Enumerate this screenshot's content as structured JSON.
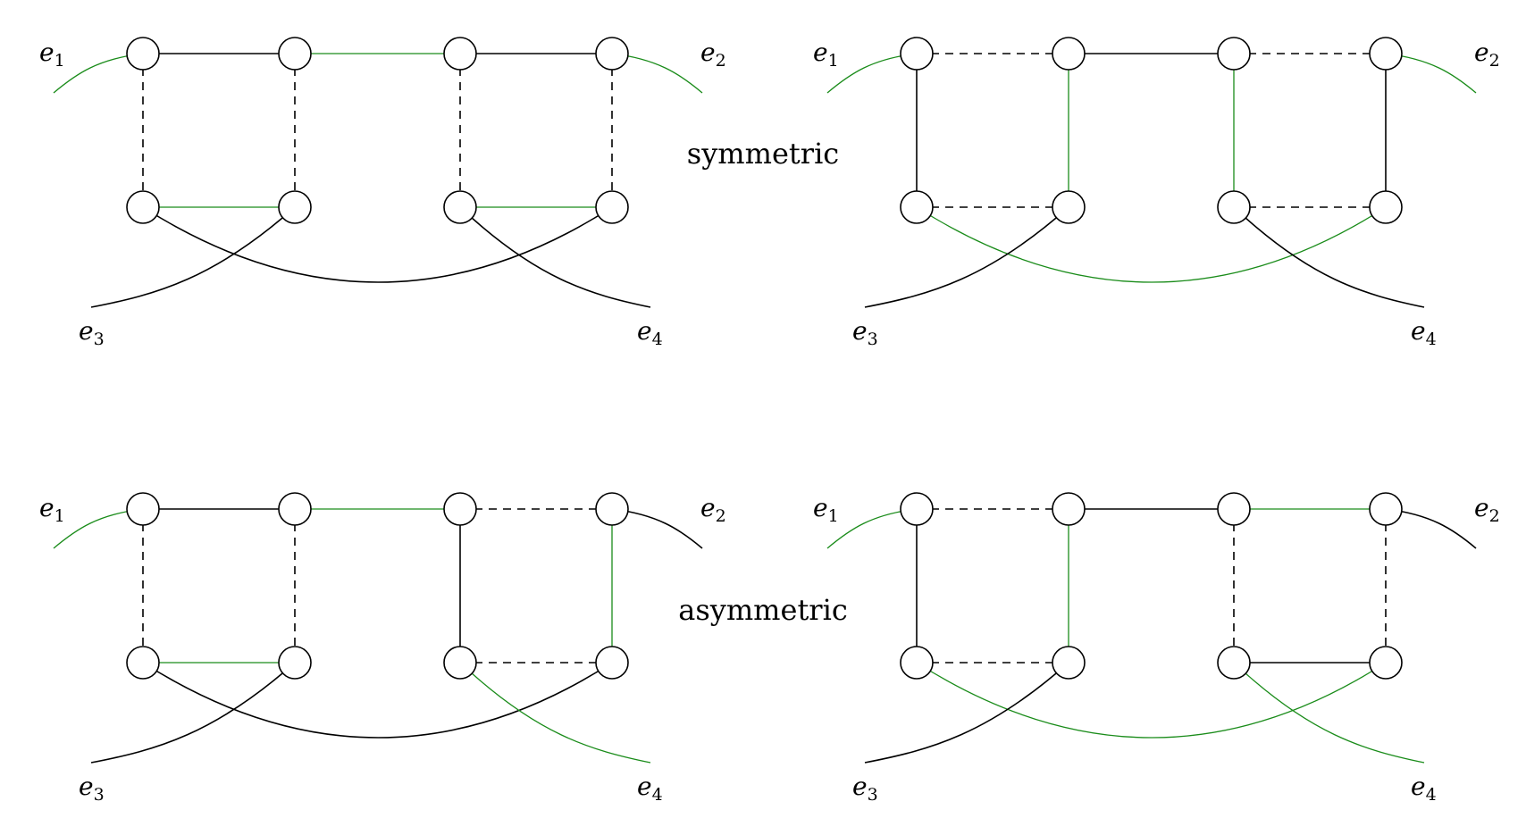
{
  "colors": {
    "black": "#000000",
    "green": "#1a8c1a"
  },
  "captions": {
    "symmetric": "symmetric",
    "asymmetric": "asymmetric"
  },
  "external_labels": [
    {
      "base": "e",
      "sub": "1"
    },
    {
      "base": "e",
      "sub": "2"
    },
    {
      "base": "e",
      "sub": "3"
    },
    {
      "base": "e",
      "sub": "4"
    }
  ],
  "diagrams": [
    {
      "name": "symmetric-left",
      "edges": {
        "t01": {
          "color": "black",
          "style": "solid"
        },
        "t12": {
          "color": "green",
          "style": "solid"
        },
        "t23": {
          "color": "black",
          "style": "solid"
        },
        "b01": {
          "color": "green",
          "style": "solid"
        },
        "b23": {
          "color": "green",
          "style": "solid"
        },
        "v0": {
          "color": "black",
          "style": "dashed"
        },
        "v1": {
          "color": "black",
          "style": "dashed"
        },
        "v2": {
          "color": "black",
          "style": "dashed"
        },
        "v3": {
          "color": "black",
          "style": "dashed"
        },
        "arcLong": {
          "color": "black",
          "style": "solid"
        },
        "arcE3": {
          "color": "black",
          "style": "solid"
        },
        "arcE4": {
          "color": "black",
          "style": "solid"
        },
        "e1": {
          "color": "green",
          "style": "solid"
        },
        "e2": {
          "color": "green",
          "style": "solid"
        }
      }
    },
    {
      "name": "symmetric-right",
      "edges": {
        "t01": {
          "color": "black",
          "style": "dashed"
        },
        "t12": {
          "color": "black",
          "style": "solid"
        },
        "t23": {
          "color": "black",
          "style": "dashed"
        },
        "b01": {
          "color": "black",
          "style": "dashed"
        },
        "b23": {
          "color": "black",
          "style": "dashed"
        },
        "v0": {
          "color": "black",
          "style": "solid"
        },
        "v1": {
          "color": "green",
          "style": "solid"
        },
        "v2": {
          "color": "green",
          "style": "solid"
        },
        "v3": {
          "color": "black",
          "style": "solid"
        },
        "arcLong": {
          "color": "green",
          "style": "solid"
        },
        "arcE3": {
          "color": "black",
          "style": "solid"
        },
        "arcE4": {
          "color": "black",
          "style": "solid"
        },
        "e1": {
          "color": "green",
          "style": "solid"
        },
        "e2": {
          "color": "green",
          "style": "solid"
        }
      }
    },
    {
      "name": "asymmetric-left",
      "edges": {
        "t01": {
          "color": "black",
          "style": "solid"
        },
        "t12": {
          "color": "green",
          "style": "solid"
        },
        "t23": {
          "color": "black",
          "style": "dashed"
        },
        "b01": {
          "color": "green",
          "style": "solid"
        },
        "b23": {
          "color": "black",
          "style": "dashed"
        },
        "v0": {
          "color": "black",
          "style": "dashed"
        },
        "v1": {
          "color": "black",
          "style": "dashed"
        },
        "v2": {
          "color": "black",
          "style": "solid"
        },
        "v3": {
          "color": "green",
          "style": "solid"
        },
        "arcLong": {
          "color": "black",
          "style": "solid"
        },
        "arcE3": {
          "color": "black",
          "style": "solid"
        },
        "arcE4": {
          "color": "green",
          "style": "solid"
        },
        "e1": {
          "color": "green",
          "style": "solid"
        },
        "e2": {
          "color": "black",
          "style": "solid"
        }
      }
    },
    {
      "name": "asymmetric-right",
      "edges": {
        "t01": {
          "color": "black",
          "style": "dashed"
        },
        "t12": {
          "color": "black",
          "style": "solid"
        },
        "t23": {
          "color": "green",
          "style": "solid"
        },
        "b01": {
          "color": "black",
          "style": "dashed"
        },
        "b23": {
          "color": "black",
          "style": "solid"
        },
        "v0": {
          "color": "black",
          "style": "solid"
        },
        "v1": {
          "color": "green",
          "style": "solid"
        },
        "v2": {
          "color": "black",
          "style": "dashed"
        },
        "v3": {
          "color": "black",
          "style": "dashed"
        },
        "arcLong": {
          "color": "green",
          "style": "solid"
        },
        "arcE3": {
          "color": "black",
          "style": "solid"
        },
        "arcE4": {
          "color": "green",
          "style": "solid"
        },
        "e1": {
          "color": "green",
          "style": "solid"
        },
        "e2": {
          "color": "black",
          "style": "solid"
        }
      }
    }
  ]
}
